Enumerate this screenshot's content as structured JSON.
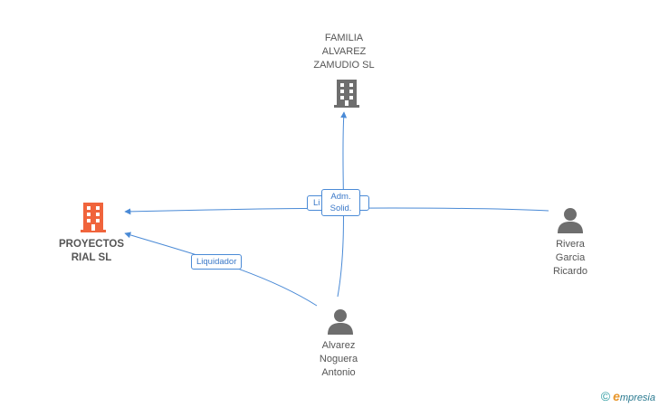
{
  "colors": {
    "edge": "#4a8ad6",
    "company_main": "#f0643c",
    "company_other": "#6e6e6e",
    "person": "#6e6e6e"
  },
  "nodes": {
    "familia": {
      "label": "FAMILIA ALVAREZ ZAMUDIO SL",
      "lines": [
        "FAMILIA",
        "ALVAREZ",
        "ZAMUDIO SL"
      ],
      "icon": "building-icon"
    },
    "proyectos": {
      "label": "PROYECTOS RIAL SL",
      "lines": [
        "PROYECTOS",
        "RIAL SL"
      ],
      "icon": "building-icon"
    },
    "rivera": {
      "label": "Rivera Garcia Ricardo",
      "lines": [
        "Rivera",
        "Garcia",
        "Ricardo"
      ],
      "icon": "person-icon"
    },
    "alvarez": {
      "label": "Alvarez Noguera Antonio",
      "lines": [
        "Alvarez",
        "Noguera",
        "Antonio"
      ],
      "icon": "person-icon"
    }
  },
  "edges": {
    "liquidador": "Liquidador",
    "li_partial": "Li",
    "adm_solid_1": "Adm.",
    "adm_solid_2": "Solid."
  },
  "watermark": {
    "copyright": "©",
    "brand_e": "e",
    "brand_rest": "mpresia"
  }
}
